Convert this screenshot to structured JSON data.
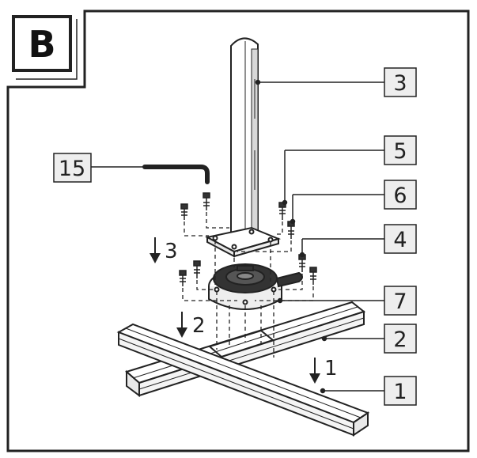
{
  "panel": {
    "letter": "B"
  },
  "callouts": [
    "3",
    "5",
    "6",
    "4",
    "7",
    "2",
    "1",
    "15"
  ],
  "steps": [
    "3",
    "2",
    "1"
  ],
  "colors": {
    "line": "#222222",
    "callout_fill": "#eeeeee",
    "dark": "#333333"
  }
}
